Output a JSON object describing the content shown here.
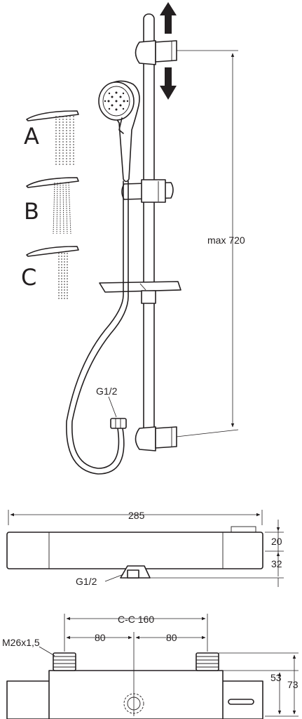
{
  "spray_modes": [
    "A",
    "B",
    "C"
  ],
  "labels": {
    "max_height": "max 720",
    "hose_thread": "G1/2",
    "valve_length": "285",
    "valve_top_height": "20",
    "valve_outlet_height": "32",
    "valve_outlet_thread": "G1/2",
    "centre_distance": "C-C 160",
    "half_left": "80",
    "half_right": "80",
    "inlet_thread": "M26x1,5",
    "body_height": "53",
    "total_height": "73"
  }
}
